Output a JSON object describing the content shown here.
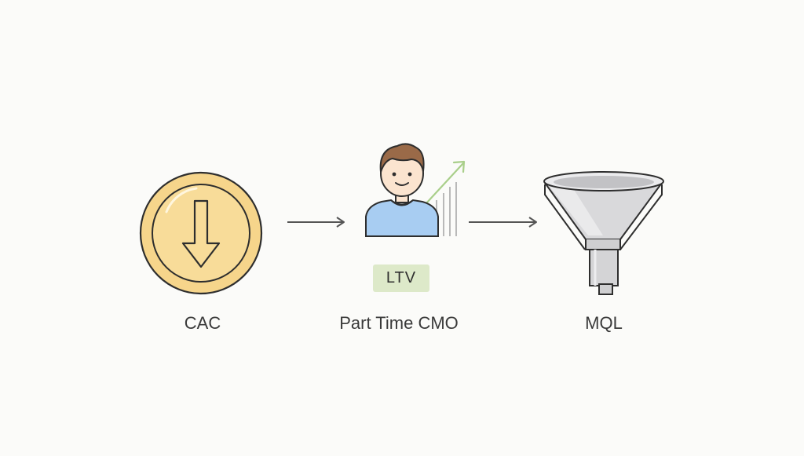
{
  "nodes": {
    "cac": {
      "label": "CAC",
      "icon": "coin-down-arrow-icon"
    },
    "cmo": {
      "label": "Part Time CMO",
      "icon": "person-growth-icon",
      "badge": "LTV"
    },
    "mql": {
      "label": "MQL",
      "icon": "funnel-icon"
    }
  },
  "edges": [
    {
      "from": "CAC",
      "to": "Part Time CMO"
    },
    {
      "from": "Part Time CMO",
      "to": "MQL"
    }
  ],
  "colors": {
    "coin_fill": "#f6d58b",
    "coin_stroke": "#2e2e2e",
    "shirt": "#a8cdf2",
    "hair": "#9a6a48",
    "skin": "#fbe4cf",
    "growth_arrow": "#a9cf8a",
    "badge_bg": "#dde9c9",
    "funnel": "#c9c9cb",
    "arrow": "#555555"
  }
}
